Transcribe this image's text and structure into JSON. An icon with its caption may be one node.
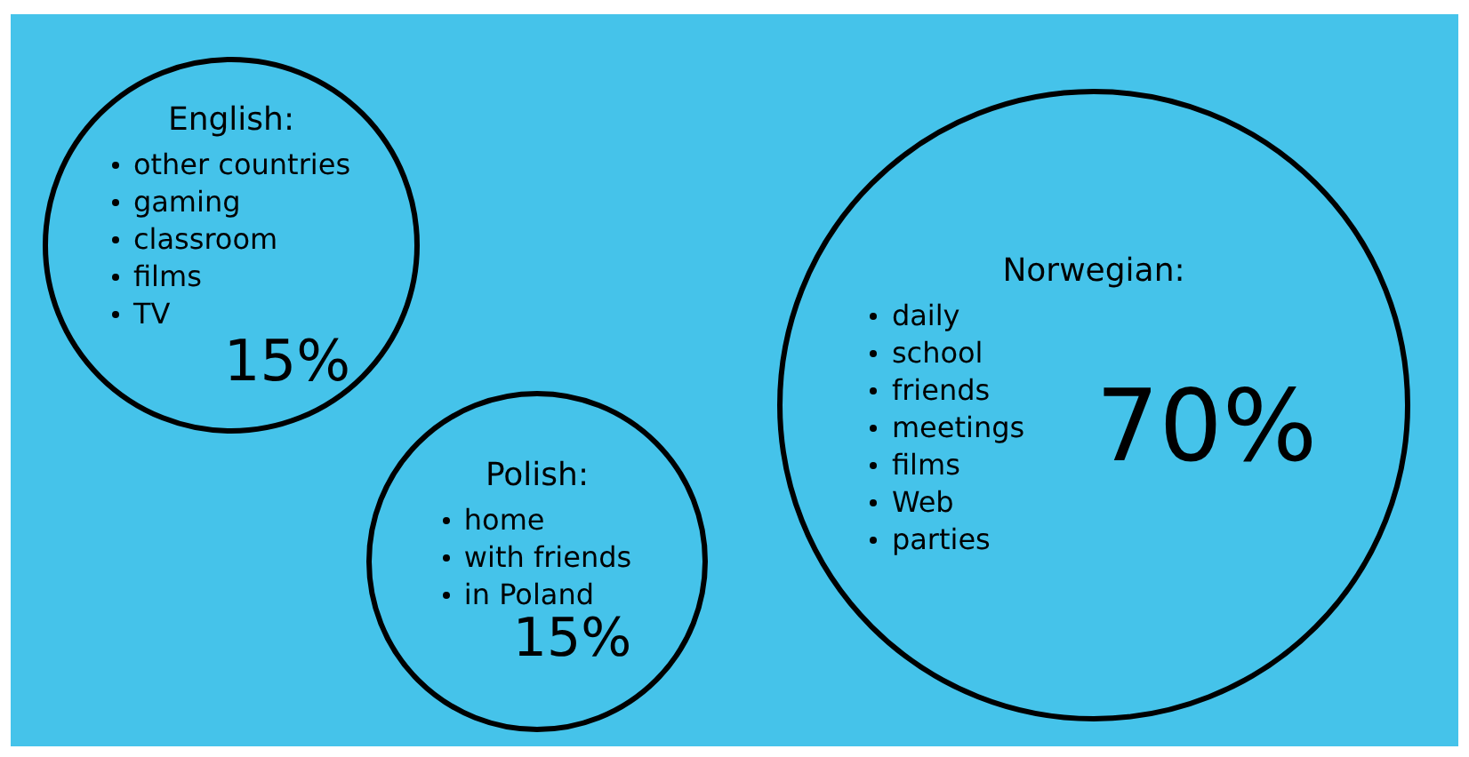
{
  "diagram": {
    "nodes": [
      {
        "text": [
          "English:",
          "other countries",
          "gaming",
          "classroom",
          "films",
          "TV",
          "15%"
        ]
      },
      {
        "text": [
          "Polish:",
          "home",
          "with friends",
          "in Poland",
          "15%"
        ]
      },
      {
        "text": [
          "Norwegian:",
          "daily",
          "school",
          "friends",
          "meetings",
          "films",
          "Web",
          "parties",
          "70%"
        ]
      }
    ]
  }
}
